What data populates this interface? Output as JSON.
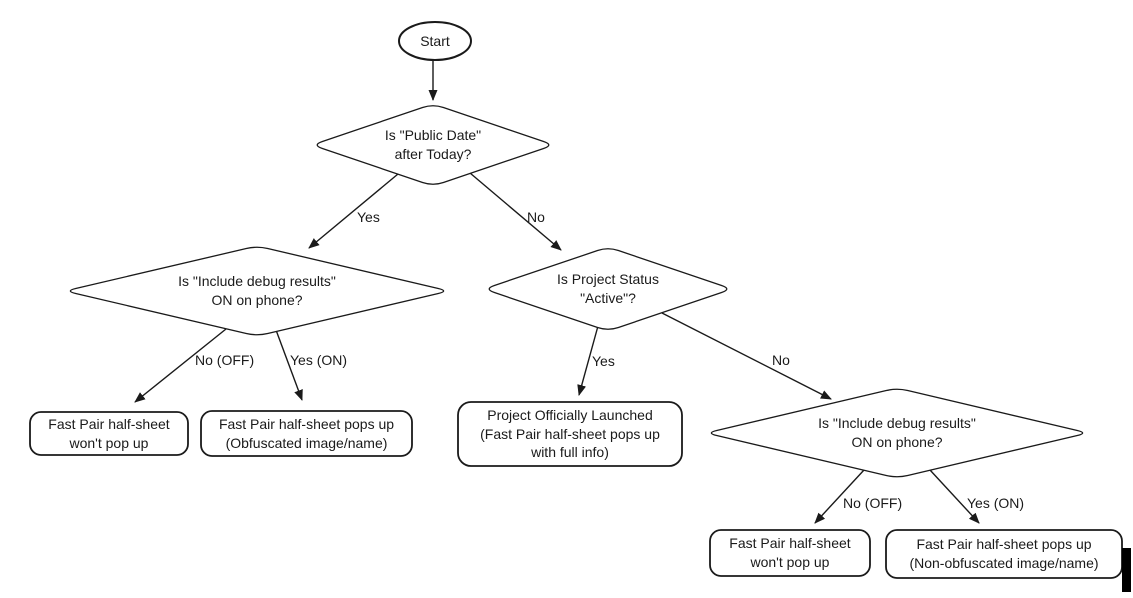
{
  "diagram": {
    "nodes": {
      "start": {
        "label": "Start"
      },
      "decision_public_date": {
        "label": "Is \"Public Date\"\nafter Today?"
      },
      "decision_debug_left": {
        "label": "Is \"Include debug results\"\nON on phone?"
      },
      "decision_project_status": {
        "label": "Is Project Status\n\"Active\"?"
      },
      "decision_debug_right": {
        "label": "Is \"Include debug results\"\nON on phone?"
      },
      "outcome_no_popup_left": {
        "label": "Fast Pair half-sheet\nwon't pop up"
      },
      "outcome_obfuscated": {
        "label": "Fast Pair half-sheet pops up\n(Obfuscated image/name)"
      },
      "outcome_launched": {
        "label": "Project Officially Launched\n(Fast Pair half-sheet pops up\nwith full info)"
      },
      "outcome_no_popup_right": {
        "label": "Fast Pair half-sheet\nwon't pop up"
      },
      "outcome_non_obfuscated": {
        "label": "Fast Pair half-sheet pops up\n(Non-obfuscated image/name)"
      }
    },
    "edge_labels": {
      "public_date_yes": "Yes",
      "public_date_no": "No",
      "debug_left_no": "No (OFF)",
      "debug_left_yes": "Yes (ON)",
      "project_status_yes": "Yes",
      "project_status_no": "No",
      "debug_right_no": "No (OFF)",
      "debug_right_yes": "Yes (ON)"
    },
    "colors": {
      "stroke": "#1a1a1a",
      "fill": "#ffffff",
      "text": "#1a1a1a",
      "background": "#ffffff"
    }
  }
}
